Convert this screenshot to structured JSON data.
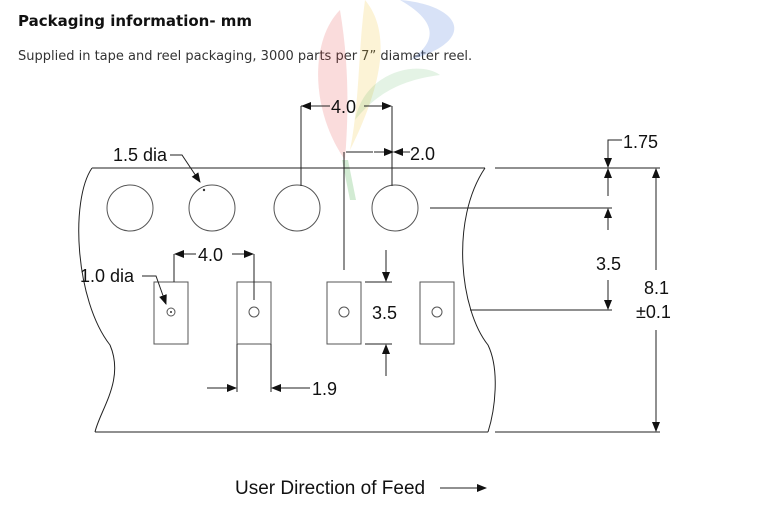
{
  "header": {
    "title": "Packaging information- mm",
    "description": "Supplied in tape and reel packaging, 3000 parts per 7” diameter reel."
  },
  "dimensions": {
    "sprocket_pitch": "4.0",
    "sprocket_hole": "1.5 dia",
    "hole_to_pocket": "2.0",
    "edge_to_hole": "1.75",
    "hole_to_pocket_center": "3.5",
    "tape_width": "8.1",
    "tape_width_tol": "±0.1",
    "pocket_pitch": "4.0",
    "pocket_hole": "1.0 dia",
    "pocket_length": "3.5",
    "pocket_width": "1.9"
  },
  "footer": {
    "direction_label": "User Direction of Feed"
  },
  "colors": {
    "line": "#222222",
    "logo_red": "#e23b3b",
    "logo_yellow": "#f0c430",
    "logo_green": "#4caf50",
    "logo_blue": "#3b6fd8"
  }
}
